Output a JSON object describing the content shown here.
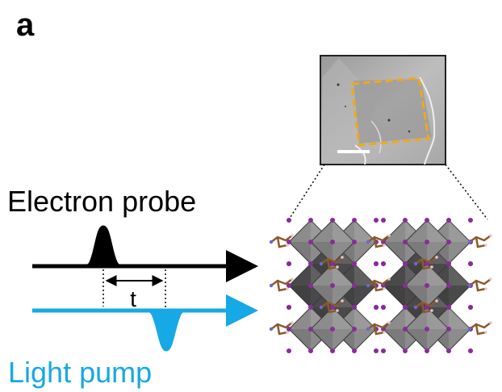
{
  "figure": {
    "panel_label": "a",
    "probe_label": "Electron probe",
    "pump_label": "Light pump",
    "delay_label": "t"
  },
  "colors": {
    "probe": "#000000",
    "pump": "#17a8e6",
    "selection_box": "#f0a81c",
    "scale_bar": "#ffffff",
    "octahedron_dark": "#4a4a4a",
    "octahedron_light": "#8c8c8c",
    "iodide": "#8a2b9c",
    "organic_carbon": "#8a5a2b"
  },
  "icons": {
    "micrograph": "sample-micrograph-image",
    "crystal": "layered-perovskite-crystal-structure"
  }
}
